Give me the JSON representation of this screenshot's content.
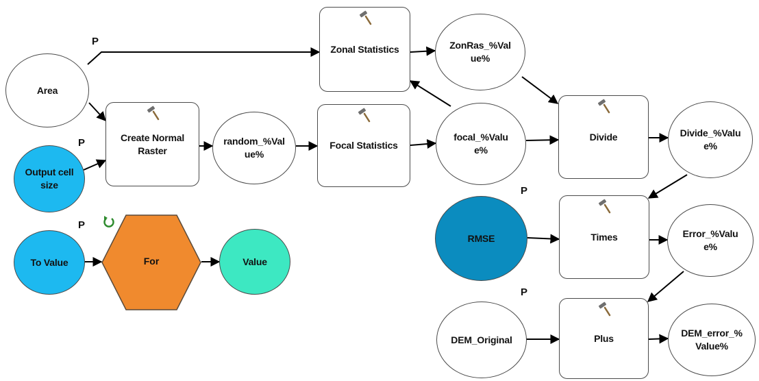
{
  "colors": {
    "input_blue": "#1db9f0",
    "rmse_blue": "#0b8cbf",
    "iterator_orange": "#f08a2e",
    "output_teal": "#3de8c2",
    "node_white": "#ffffff",
    "connector": "#000000"
  },
  "parameter_marker": "P",
  "nodes": {
    "area": "Area",
    "output_cell_size": "Output cell size",
    "to_value": "To Value",
    "for": "For",
    "value": "Value",
    "create_normal_raster": "Create Normal Raster",
    "random_value": "random_%Value%",
    "focal_statistics": "Focal Statistics",
    "focal_value": "focal_%Value%",
    "zonal_statistics": "Zonal Statistics",
    "zonras_value": "ZonRas_%Value%",
    "divide": "Divide",
    "divide_value": "Divide_%Value%",
    "rmse": "RMSE",
    "times": "Times",
    "error_value": "Error_%Value%",
    "dem_original": "DEM_Original",
    "plus": "Plus",
    "dem_error_value": "DEM_error_%Value%"
  },
  "icons": {
    "tool": "hammer-icon",
    "iterator": "iterate-arrow-icon"
  }
}
